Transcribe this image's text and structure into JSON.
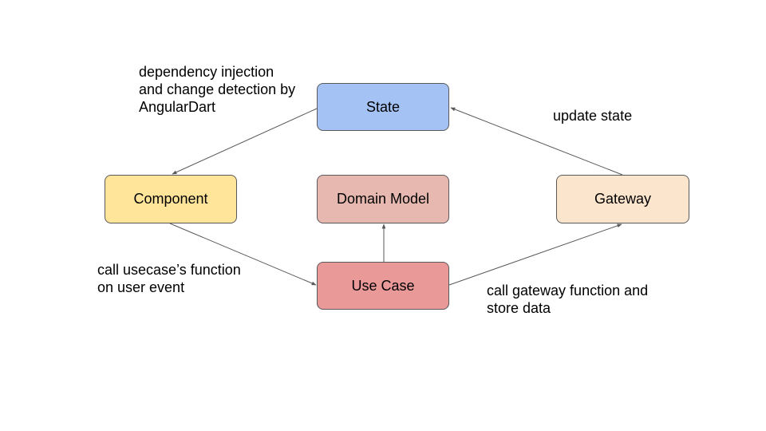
{
  "nodes": {
    "state": "State",
    "component": "Component",
    "domain_model": "Domain Model",
    "gateway": "Gateway",
    "use_case": "Use Case"
  },
  "edge_labels": {
    "di": "dependency injection\nand change detection by\nAngularDart",
    "update_state": "update state",
    "call_usecase": "call usecase’s function\non user event",
    "call_gateway": "call gateway function and\nstore data"
  },
  "edges": [
    {
      "from": "state",
      "to": "component"
    },
    {
      "from": "component",
      "to": "use_case"
    },
    {
      "from": "use_case",
      "to": "domain_model"
    },
    {
      "from": "use_case",
      "to": "gateway"
    },
    {
      "from": "gateway",
      "to": "state"
    }
  ],
  "colors": {
    "state": "#a4c2f4",
    "component": "#ffe599",
    "domain_model": "#e6b8af",
    "gateway": "#fce5cd",
    "use_case": "#ea9999",
    "edge": "#595959"
  }
}
